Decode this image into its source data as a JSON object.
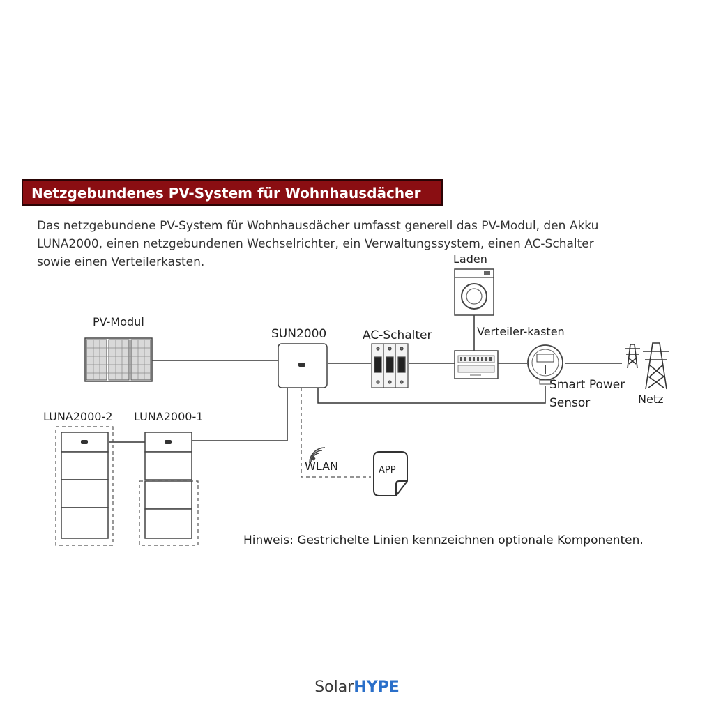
{
  "title": "Netzgebundenes PV-System für Wohnhausdächer",
  "intro_lines": [
    "Das netzgebundene PV-System für Wohnhausdächer umfasst generell das PV-Modul, den Akku",
    "LUNA2000, einen netzgebundenen Wechselrichter, ein Verwaltungssystem, einen AC-Schalter",
    "sowie einen Verteilerkasten."
  ],
  "labels": {
    "pv_module": "PV-Modul",
    "inverter": "SUN2000",
    "ac_switch": "AC-Schalter",
    "load": "Laden",
    "distribution_box": "Verteiler-kasten",
    "smart_power_sensor_line1": "Smart Power",
    "smart_power_sensor_line2": "Sensor",
    "grid": "Netz",
    "battery_2": "LUNA2000-2",
    "battery_1": "LUNA2000-1",
    "wlan": "WLAN",
    "app": "APP"
  },
  "note": "Hinweis: Gestrichelte Linien kennzeichnen optionale Komponenten.",
  "brand": {
    "part1": "Solar",
    "part2": "HYPE"
  },
  "colors": {
    "title_bg": "#8a0e12",
    "brand_accent": "#2a6fc9"
  }
}
